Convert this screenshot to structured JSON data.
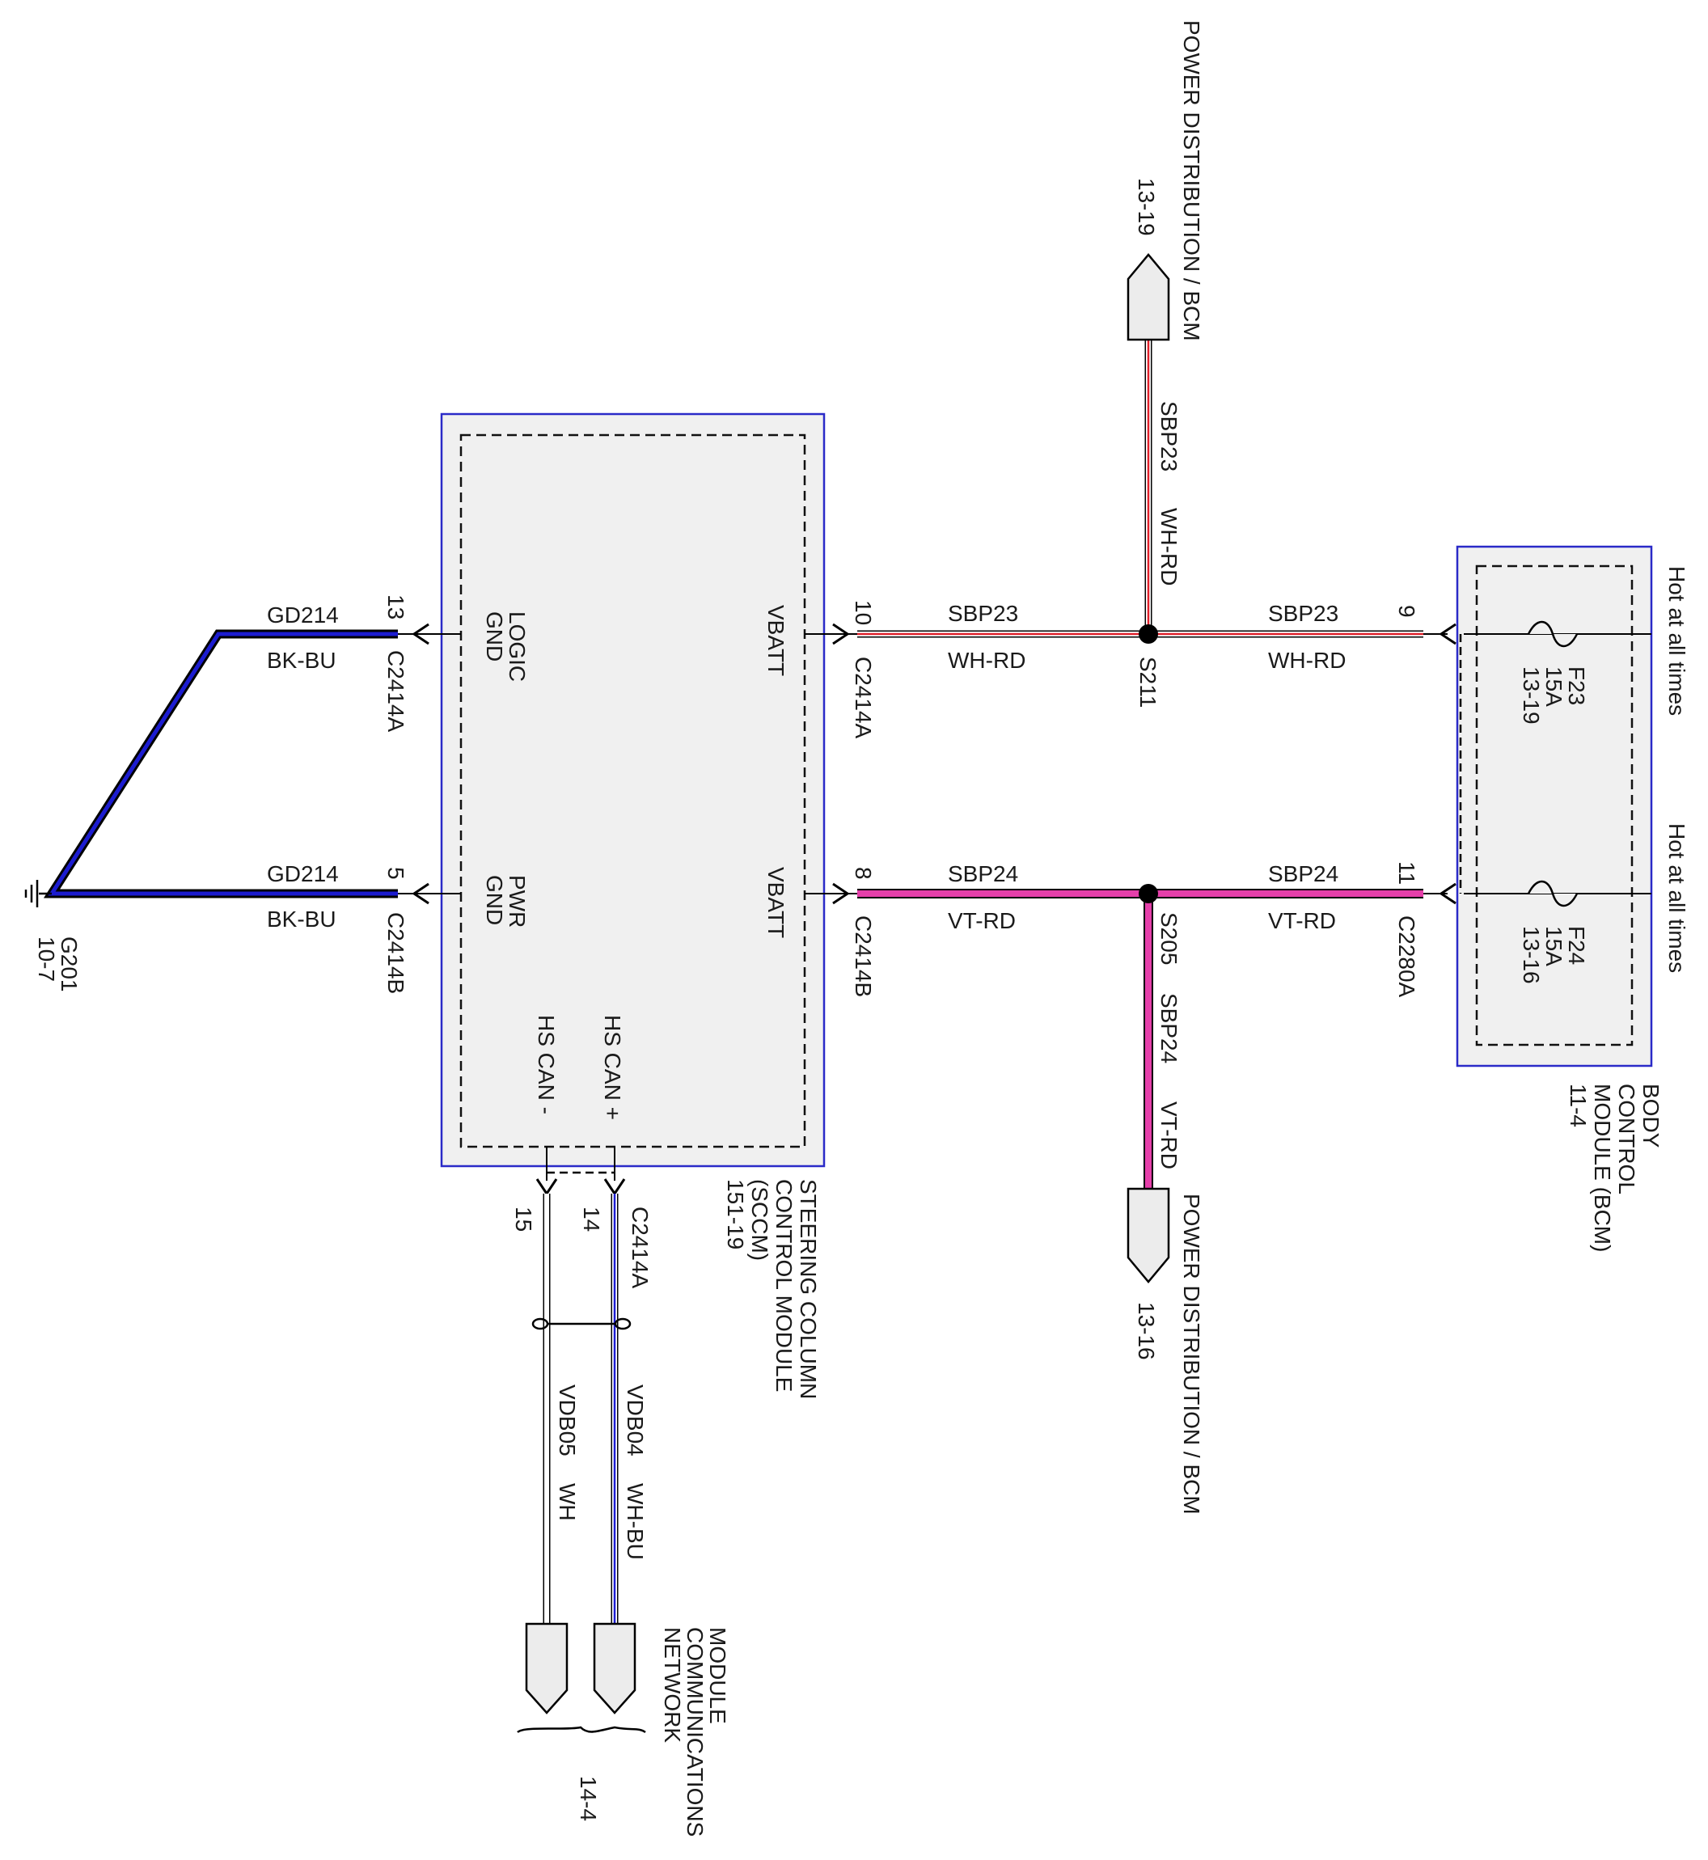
{
  "colors": {
    "module_border": "#2a2ac8",
    "module_fill": "#f0f0f0",
    "wire_red": "#e0202a",
    "wire_pink": "#e53faa",
    "wire_blue": "#1c1cd0",
    "wire_black": "#000000"
  },
  "sccm": {
    "title_lines": [
      "STEERING COLUMN",
      "CONTROL MODULE",
      "(SCCM)",
      "151-19"
    ],
    "pins": {
      "logic_gnd": [
        "LOGIC",
        "GND"
      ],
      "pwr_gnd": [
        "PWR",
        "GND"
      ],
      "vbatt_top": "VBATT",
      "vbatt_bottom": "VBATT",
      "hs_can_plus": "HS CAN +",
      "hs_can_minus": "HS CAN -"
    }
  },
  "bcm": {
    "title_lines": [
      "BODY",
      "CONTROL",
      "MODULE (BCM)",
      "11-4"
    ],
    "fuse_top": [
      "F23",
      "15A",
      "13-19"
    ],
    "fuse_bottom": [
      "F24",
      "15A",
      "13-16"
    ],
    "hot_top": "Hot at all times",
    "hot_bottom": "Hot at all times"
  },
  "ground": {
    "circuit_top": "GD214",
    "color_top": "BK-BU",
    "pin_top": "13",
    "connector_top": "C2414A",
    "circuit_bottom": "GD214",
    "color_bottom": "BK-BU",
    "pin_bottom": "5",
    "connector_bottom": "C2414B",
    "ground_id": "G201",
    "ground_ref": "10-7"
  },
  "power_top": {
    "pin_sccm": "10",
    "connector_sccm": "C2414A",
    "circuit_left": "SBP23",
    "color_left": "WH-RD",
    "circuit_right": "SBP23",
    "color_right": "WH-RD",
    "pin_bcm": "9",
    "splice": "S211",
    "branch_circuit": "SBP23",
    "branch_color": "WH-RD",
    "branch_dest": "POWER DISTRIBUTION / BCM",
    "branch_ref": "13-19"
  },
  "power_bottom": {
    "pin_sccm": "8",
    "connector_sccm": "C2414B",
    "circuit_left": "SBP24",
    "color_left": "VT-RD",
    "circuit_right": "SBP24",
    "color_right": "VT-RD",
    "pin_bcm": "11",
    "connector_bcm": "C2280A",
    "splice": "S205",
    "branch_circuit": "SBP24",
    "branch_color": "VT-RD",
    "branch_dest": "POWER DISTRIBUTION / BCM",
    "branch_ref": "13-16"
  },
  "can": {
    "connector": "C2414A",
    "pin_plus": "14",
    "pin_minus": "15",
    "circuit_plus": "VDB04",
    "color_plus": "WH-BU",
    "circuit_minus": "VDB05",
    "color_minus": "WH",
    "dest_lines": [
      "MODULE",
      "COMMUNICATIONS",
      "NETWORK"
    ],
    "dest_ref": "14-4"
  }
}
